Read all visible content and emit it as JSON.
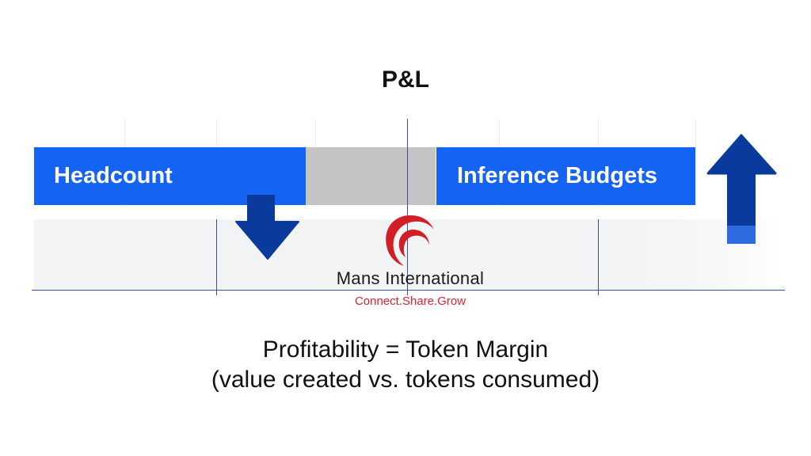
{
  "title": "P&L",
  "bars": {
    "headcount": {
      "label": "Headcount",
      "color": "#1463f3",
      "trend": "down"
    },
    "gap": {
      "color": "#c4c4c4"
    },
    "inference_budgets": {
      "label": "Inference Budgets",
      "color": "#1463f3",
      "trend": "up"
    }
  },
  "arrows": {
    "down": {
      "icon": "arrow-down-icon",
      "color": "#0a3a9c"
    },
    "up": {
      "icon": "arrow-up-icon",
      "color": "#0a3a9c",
      "accent_color": "#2f6be0"
    }
  },
  "watermark": {
    "name": "Mans International",
    "tagline": "Connect.Share.Grow",
    "icon": "swoosh-logo-icon",
    "color": "#d9232e"
  },
  "summary": {
    "line1": "Profitability = Token Margin",
    "line2": "(value created vs. tokens consumed)"
  }
}
